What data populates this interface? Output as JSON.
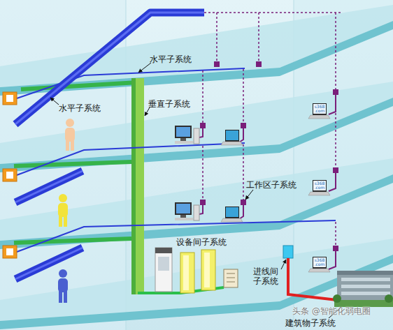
{
  "diagram": {
    "labels": [
      "水平子系统",
      "水平子系统",
      "垂直子系统",
      "工作区子系统",
      "设备间子系统",
      "进线间 子系统",
      "建筑物子系统",
      "头条 @智能化弱电圈",
      "s368 .com",
      "s368 .com",
      "s368 .com"
    ]
  }
}
